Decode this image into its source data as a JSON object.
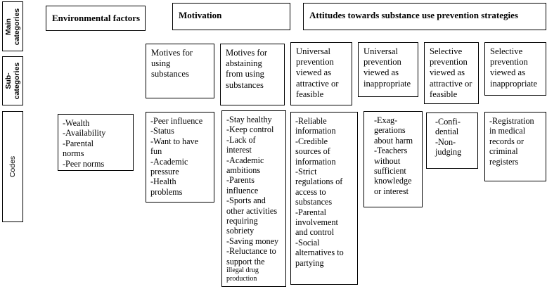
{
  "row_labels": {
    "main": [
      "Main",
      "categories"
    ],
    "sub": [
      "Sub-",
      "categories"
    ],
    "codes": "Codes"
  },
  "main_categories": {
    "environmental": "Environmental factors",
    "motivation": "Motivation",
    "attitudes": "Attitudes towards substance use prevention strategies"
  },
  "subcategories": {
    "motives_using": "Motives for using substances",
    "motives_abstaining": "Motives for abstaining from using substances",
    "universal_attractive": "Universal prevention viewed as attractive or feasible",
    "universal_inappropriate": "Universal prevention viewed as inappropriate",
    "selective_attractive": "Selective prevention viewed as attractive or feasible",
    "selective_inappropriate": "Selective prevention viewed as inappropriate"
  },
  "codes": {
    "environmental": [
      "-Wealth",
      "-Availability",
      "-Parental\nnorms",
      "-Peer norms"
    ],
    "motives_using": [
      "-Peer influence",
      "-Status",
      "-Want to have\nfun",
      "-Academic\npressure",
      "-Health\nproblems"
    ],
    "motives_abstaining": [
      "-Stay healthy",
      "-Keep control",
      "-Lack of\ninterest",
      "-Academic\nambitions",
      "-Parents\ninfluence",
      "-Sports and\nother activities\nrequiring\nsobriety",
      "-Saving money",
      "-Reluctance to\nsupport the"
    ],
    "motives_abstaining_small": "illegal drug\nproduction",
    "universal_attractive": [
      "-Reliable\ninformation",
      "-Credible\nsources of\ninformation",
      "-Strict\nregulations of\naccess to\nsubstances",
      "-Parental\ninvolvement\nand control",
      "-Social\nalternatives to\npartying"
    ],
    "universal_inappropriate": [
      "-Exag-\ngerations\nabout harm",
      "-Teachers\nwithout\nsufficient\nknowledge\nor interest"
    ],
    "selective_attractive": [
      "-Confi-\ndential",
      "-Non-\njudging"
    ],
    "selective_inappropriate": [
      "-Registration\nin medical\nrecords or\ncriminal\nregisters"
    ]
  }
}
